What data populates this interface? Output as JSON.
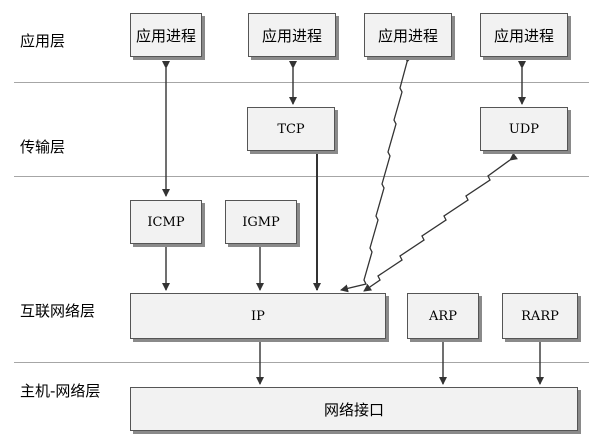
{
  "layers": {
    "application": "应用层",
    "transport": "传输层",
    "internet": "互联网络层",
    "host_network": "主机-网络层"
  },
  "boxes": {
    "app_process_1": "应用进程",
    "app_process_2": "应用进程",
    "app_process_3": "应用进程",
    "app_process_4": "应用进程",
    "tcp": "TCP",
    "udp": "UDP",
    "icmp": "ICMP",
    "igmp": "IGMP",
    "ip": "IP",
    "arp": "ARP",
    "rarp": "RARP",
    "network_interface": "网络接口"
  }
}
